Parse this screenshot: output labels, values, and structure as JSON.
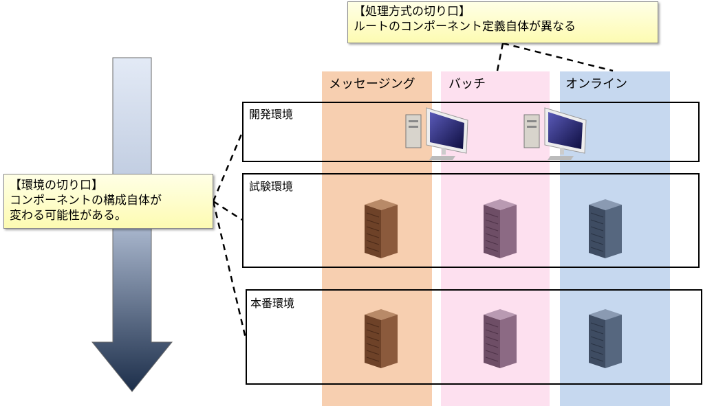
{
  "columns": [
    {
      "label": "メッセージング",
      "color": "#f7cfb0"
    },
    {
      "label": "バッチ",
      "color": "#fde0ef"
    },
    {
      "label": "オンライン",
      "color": "#c6d8ef"
    }
  ],
  "environments": [
    {
      "label": "開発環境"
    },
    {
      "label": "試験環境"
    },
    {
      "label": "本番環境"
    }
  ],
  "callouts": {
    "process": {
      "title": "【処理方式の切り口】",
      "body": "ルートのコンポーネント定義自体が異なる"
    },
    "environment": {
      "title": "【環境の切り口】",
      "line1": "コンポーネントの構成自体が",
      "line2": "変わる可能性がある。"
    }
  },
  "icons": {
    "dev": [
      "workstation-icon",
      "workstation-icon"
    ],
    "servers": [
      "server-icon-brown",
      "server-icon-purple",
      "server-icon-blue"
    ]
  },
  "server_colors": {
    "brown": "#8b5a3c",
    "purple": "#8c6a84",
    "blue": "#56677f"
  }
}
